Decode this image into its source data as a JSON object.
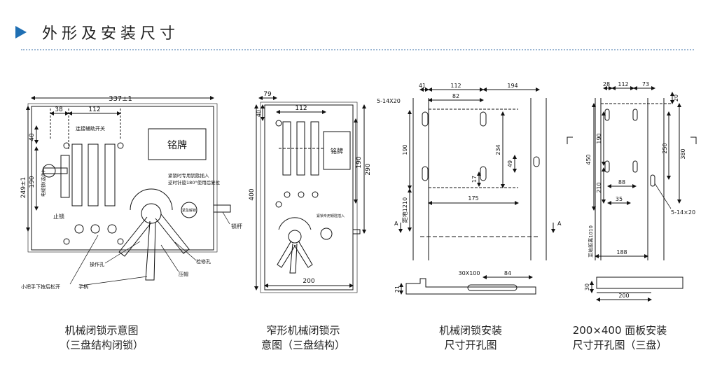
{
  "header": {
    "title": "外形及安装尺寸"
  },
  "fig1": {
    "dim_total_width": "337±1",
    "dim_38": "38",
    "dim_112": "112",
    "dim_40": "40",
    "dim_190": "190",
    "dim_height": "249±1",
    "label_switch": "连接辅助开关",
    "label_nameplate": "铭牌",
    "label_note1": "紧锁时专用钥匙插入",
    "label_note2": "逆时针旋180°使用后复位",
    "label_emergency": "紧急解锁",
    "label_cable": "电缆锁(选件)",
    "label_lock": "止锁",
    "label_bar": "锁杆",
    "label_op_hole": "操作孔",
    "label_knob": "压帽",
    "label_maint": "检修孔",
    "label_handle": "手柄",
    "label_small_handle": "小把手下按后松开",
    "caption_line1": "机械闭锁示意图",
    "caption_line2": "（三盘结构闭锁）"
  },
  "fig2": {
    "dim_79": "79",
    "dim_112": "112",
    "dim_40": "40",
    "dim_190": "190",
    "dim_290": "290",
    "dim_400": "400",
    "dim_200": "200",
    "label_nameplate": "铭牌",
    "label_note": "紧锁专用钥匙插入",
    "caption_line1": "窄形机械闭锁示",
    "caption_line2": "意图（三盘结构）"
  },
  "fig3": {
    "dim_41": "41",
    "dim_112": "112",
    "dim_194": "194",
    "dim_82": "82",
    "label_holes": "5-14X20",
    "dim_190": "190",
    "dim_234": "234",
    "dim_49": "49",
    "dim_17": "17",
    "dim_175": "175",
    "dim_floor": "距地1210",
    "label_A1": "A",
    "label_A2": "A",
    "dim_slot": "30X100",
    "dim_84": "84",
    "dim_21": "21",
    "caption_line1": "机械闭锁安装",
    "caption_line2": "尺寸开孔图"
  },
  "fig4": {
    "dim_28": "28",
    "dim_112": "112",
    "dim_73": "73",
    "dim_20": "20",
    "dim_190": "190",
    "dim_450": "450",
    "dim_250": "250",
    "dim_380": "380",
    "dim_210": "210",
    "dim_88": "88",
    "dim_35": "35",
    "label_holes": "5-14×20",
    "dim_floor": "至地距离1010",
    "dim_188": "188",
    "dim_30": "30",
    "dim_200": "200",
    "caption_line1": "200×400 面板安装",
    "caption_line2": "尺寸开孔图（三盘）"
  }
}
